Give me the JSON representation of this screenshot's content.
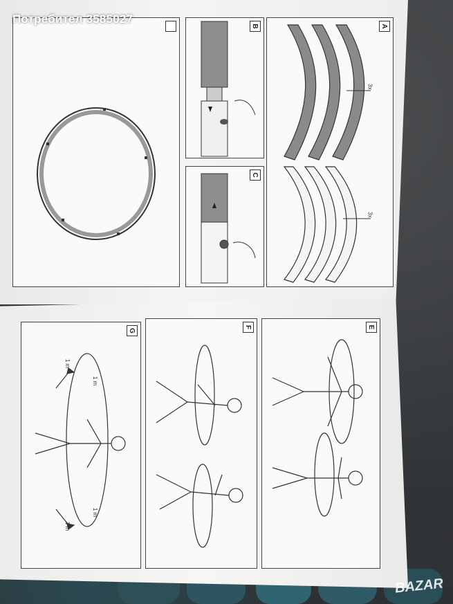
{
  "watermark": "Потребител 3585027",
  "logo": "BAZAR",
  "panels": {
    "a": {
      "label": "A",
      "qty_upper": "3x",
      "qty_lower": "3x"
    },
    "b": {
      "label": "B"
    },
    "c": {
      "label": "C"
    },
    "d": {
      "label": ""
    },
    "e": {
      "label": "E"
    },
    "f": {
      "label": "F"
    },
    "g": {
      "label": "G"
    }
  },
  "measures": {
    "m1": "1 m",
    "m2": "1 m",
    "m3": "1 m",
    "m4": "1 m"
  }
}
